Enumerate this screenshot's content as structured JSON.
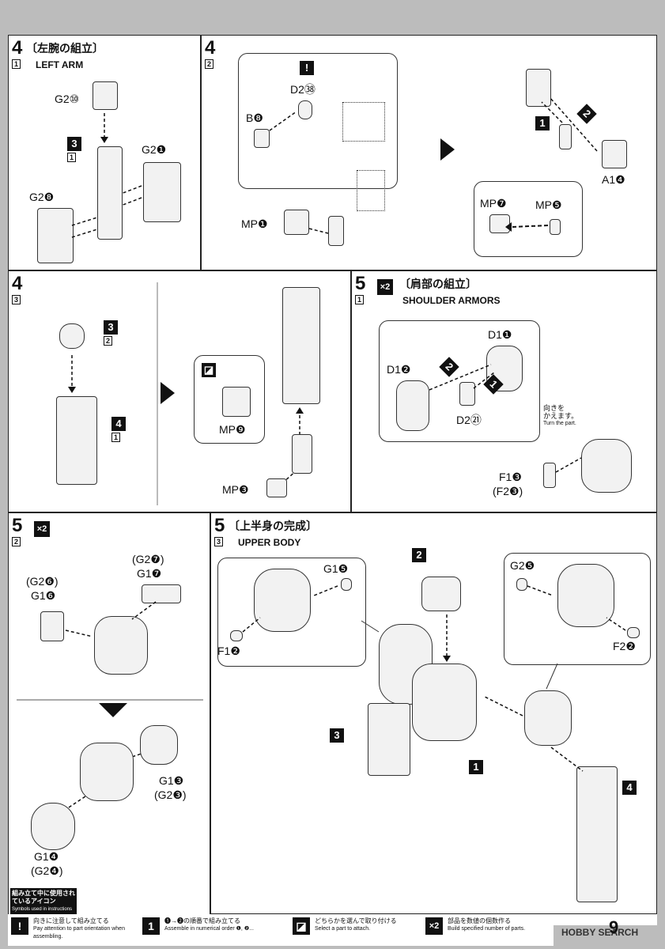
{
  "steps": {
    "s4_1": {
      "num": "4",
      "sub": "1",
      "title_jp": "〔左腕の組立〕",
      "title_en": "LEFT ARM",
      "labels": {
        "g2_10": "G2⑩",
        "g2_1": "G2❶",
        "g2_8": "G2❽",
        "ref3": "3",
        "ref3sub": "1"
      }
    },
    "s4_2": {
      "num": "4",
      "sub": "2",
      "labels": {
        "d2_38": "D2㊳",
        "b8": "B❽",
        "mp1": "MP❶",
        "a1_4": "A1❹",
        "mp7": "MP❼",
        "mp5": "MP❺",
        "step1": "1",
        "step2": "2"
      }
    },
    "s4_3": {
      "num": "4",
      "sub": "3",
      "labels": {
        "ref3": "3",
        "ref3sub": "2",
        "ref4": "4",
        "ref4sub": "1",
        "mp9": "MP❾",
        "mp3": "MP❸"
      }
    },
    "s5_1": {
      "num": "5",
      "sub": "1",
      "mult": "×2",
      "title_jp": "〔肩部の組立〕",
      "title_en": "SHOULDER ARMORS",
      "labels": {
        "d1_1": "D1❶",
        "d1_2": "D1❷",
        "d2_21": "D2㉑",
        "f1_3": "F1❸",
        "f2_3": "(F2❸)",
        "turn_jp": "向きを\nかえます。",
        "turn_en": "Turn the part.",
        "step1": "1",
        "step2": "2"
      }
    },
    "s5_2": {
      "num": "5",
      "sub": "2",
      "mult": "×2",
      "labels": {
        "g2_7": "(G2❼)",
        "g1_7": "G1❼",
        "g2_6": "(G2❻)",
        "g1_6": "G1❻",
        "g1_3": "G1❸",
        "g2_3": "(G2❸)",
        "g1_4": "G1❹",
        "g2_4": "(G2❹)"
      }
    },
    "s5_3": {
      "num": "5",
      "sub": "3",
      "title_jp": "〔上半身の完成〕",
      "title_en": "UPPER BODY",
      "labels": {
        "g1_5": "G1❺",
        "f1_2": "F1❷",
        "g2_5": "G2❺",
        "f2_2": "F2❷",
        "ref1": "1",
        "ref2": "2",
        "ref3": "3",
        "ref4": "4"
      }
    }
  },
  "legend": {
    "heading": "組み立て中に使用されているアイコン",
    "heading_en": "Symbols used in instructions",
    "items": [
      {
        "icon": "!",
        "jp": "向きに注意して組み立てる",
        "en": "Pay attention to part orientation when assembling."
      },
      {
        "icon": "1",
        "jp": "❶→❷の順番で組み立てる",
        "en": "Assemble in numerical order ❶, ❷..."
      },
      {
        "icon": "◪",
        "jp": "どちらかを選んで取り付ける",
        "en": "Select a part to attach."
      },
      {
        "icon": "×2",
        "jp": "部品を数値の個数作る",
        "en": "Build specified number of parts."
      }
    ]
  },
  "footer": {
    "logo": "HOBBY SEARCH",
    "page": "9"
  }
}
